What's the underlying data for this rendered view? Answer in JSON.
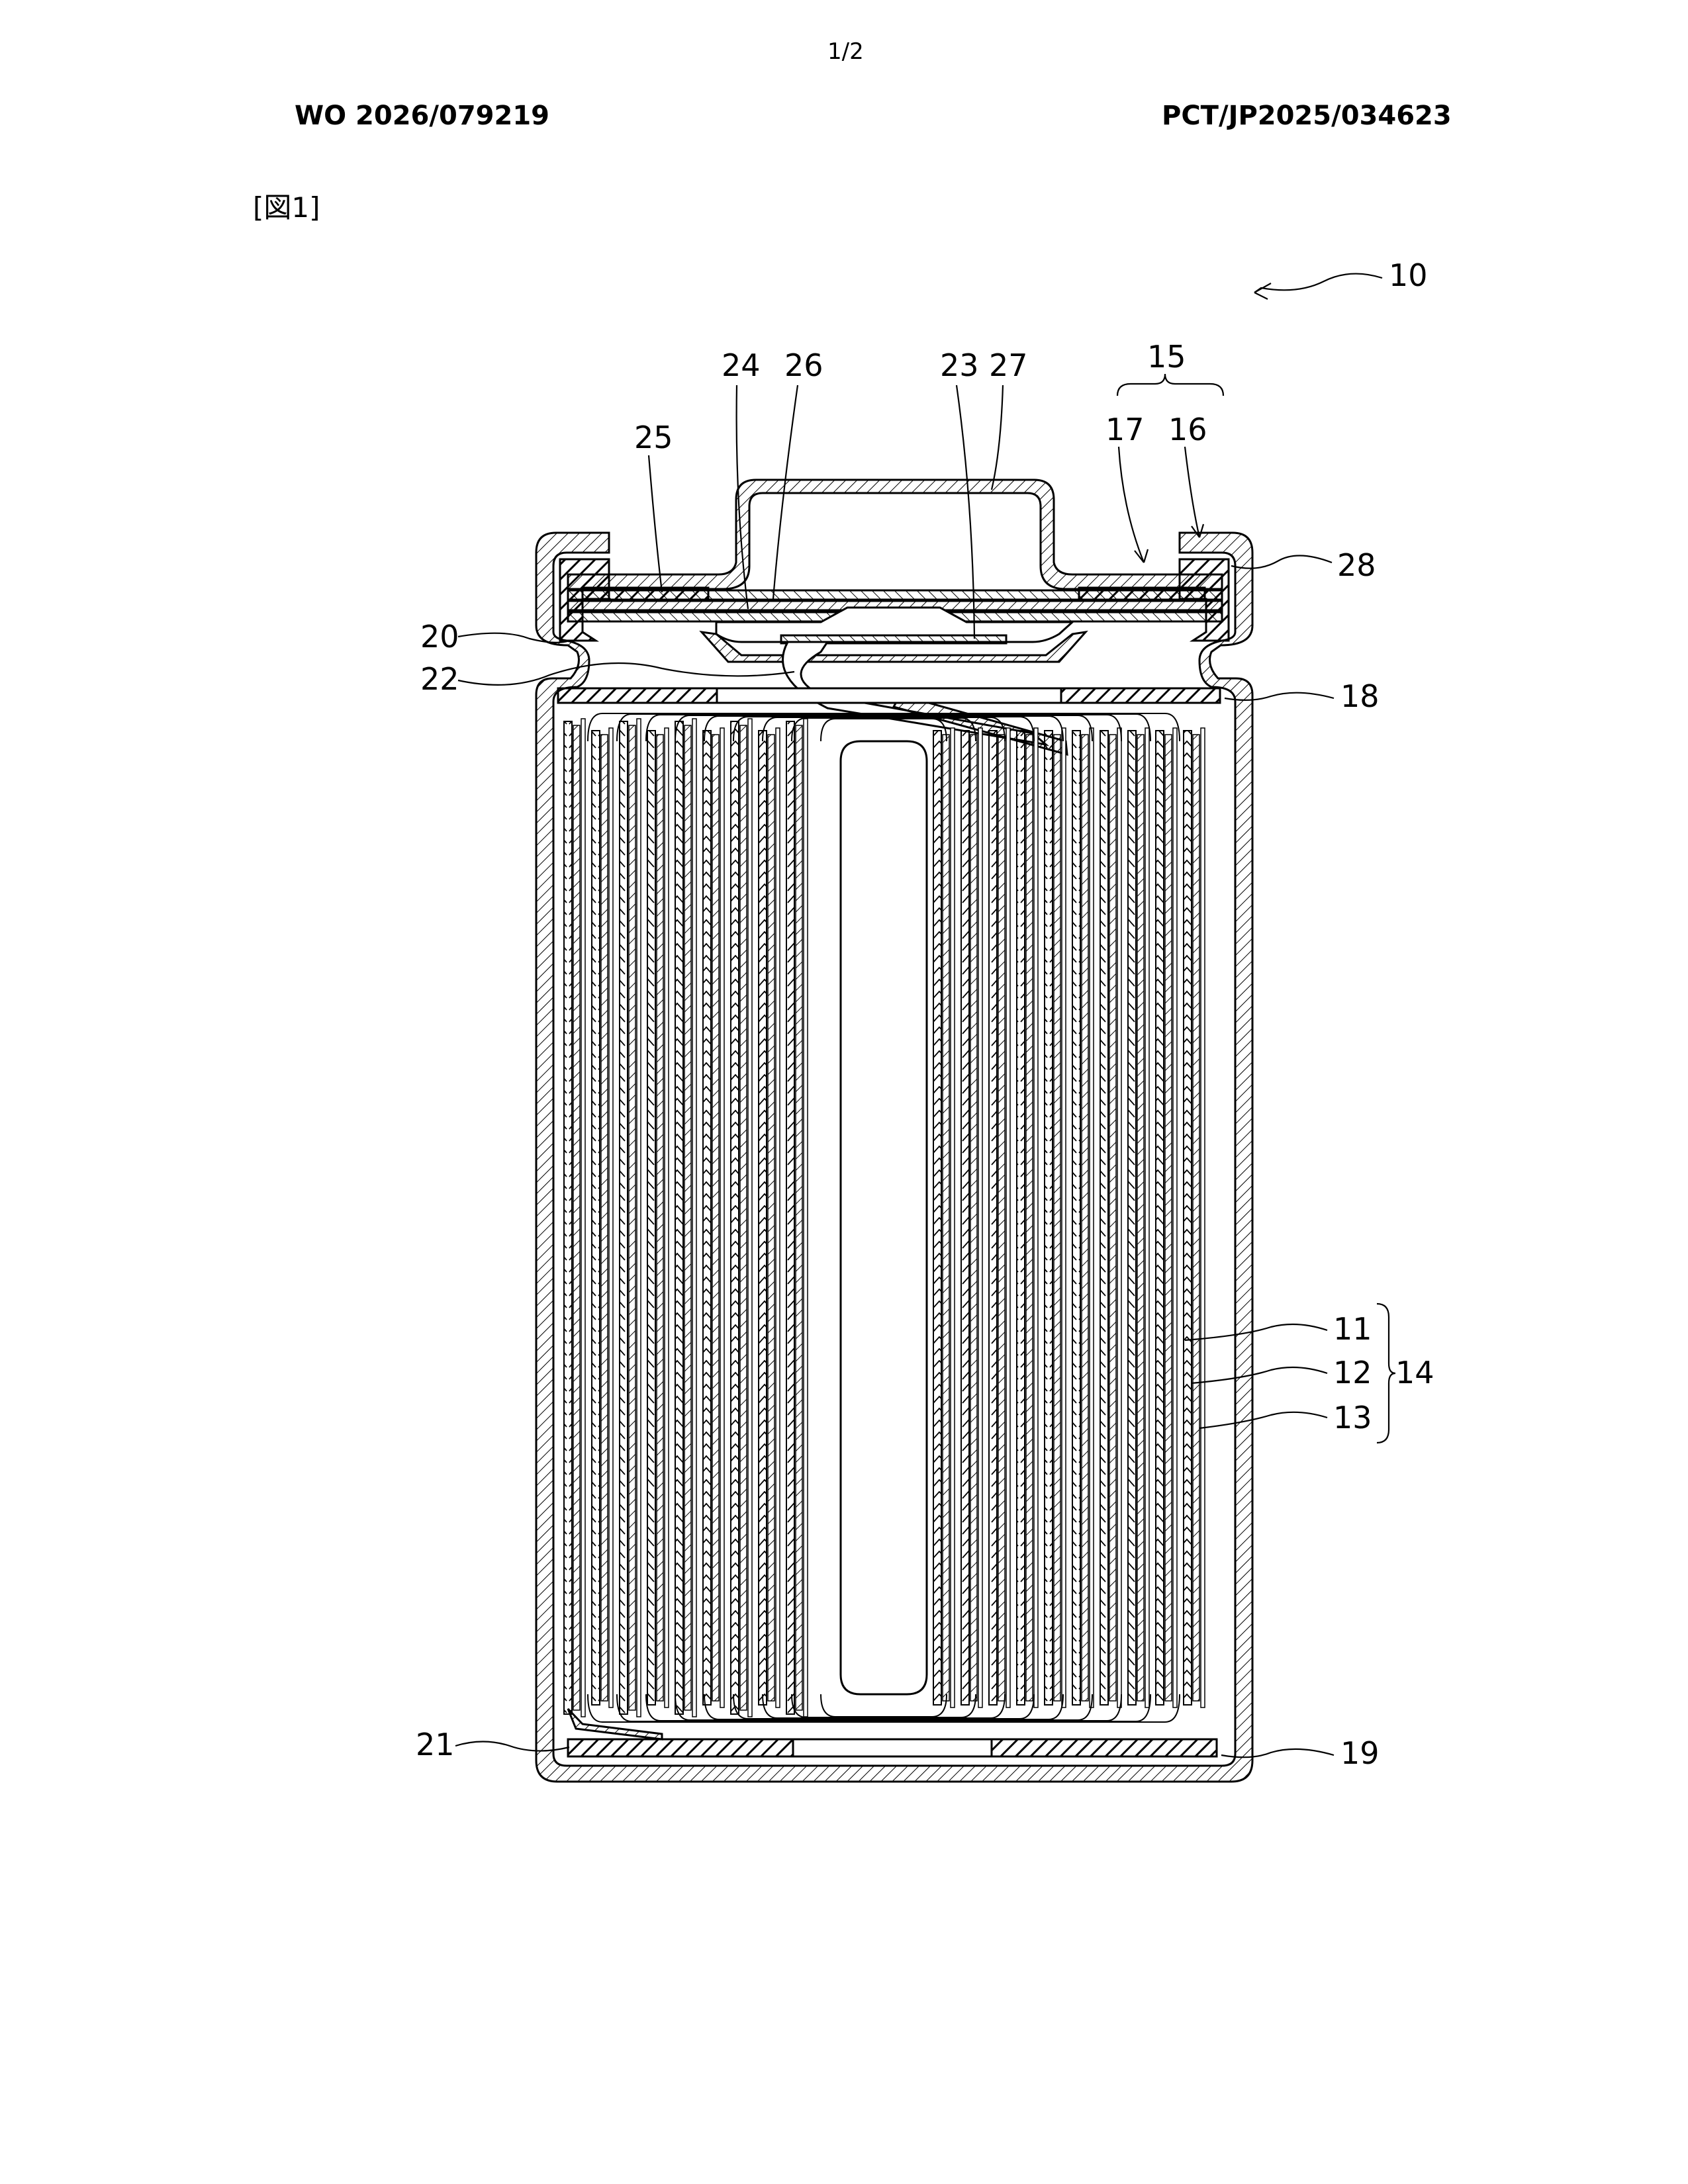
{
  "header": {
    "page_number": "1/2",
    "publication_number": "WO 2026/079219",
    "application_number": "PCT/JP2025/034623"
  },
  "figure": {
    "label": "[図1]",
    "refs": {
      "r10": "10",
      "r15": "15",
      "r16": "16",
      "r17": "17",
      "r24": "24",
      "r26": "26",
      "r23": "23",
      "r27": "27",
      "r25": "25",
      "r28": "28",
      "r20": "20",
      "r22": "22",
      "r18": "18",
      "r11": "11",
      "r12": "12",
      "r13": "13",
      "r14": "14",
      "r21": "21",
      "r19": "19"
    }
  }
}
